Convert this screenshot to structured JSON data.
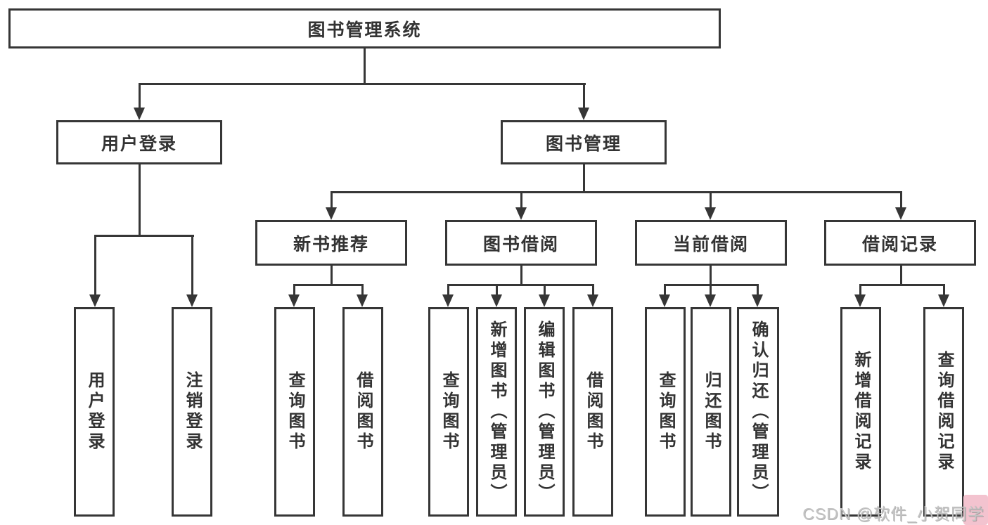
{
  "diagram": {
    "title": "图书管理系统",
    "level2": [
      {
        "label": "用户登录"
      },
      {
        "label": "图书管理"
      }
    ],
    "level3": [
      {
        "label": "新书推荐"
      },
      {
        "label": "图书借阅"
      },
      {
        "label": "当前借阅"
      },
      {
        "label": "借阅记录"
      }
    ],
    "leaves": [
      {
        "label": "用户登录"
      },
      {
        "label": "注销登录"
      },
      {
        "label": "查询图书"
      },
      {
        "label": "借阅图书"
      },
      {
        "label": "查询图书"
      },
      {
        "label": "新增图书（管理员）"
      },
      {
        "label": "编辑图书（管理员）"
      },
      {
        "label": "借阅图书"
      },
      {
        "label": "查询图书"
      },
      {
        "label": "归还图书"
      },
      {
        "label": "确认归还（管理员）"
      },
      {
        "label": "新增借阅记录"
      },
      {
        "label": "查询借阅记录"
      }
    ],
    "watermark": {
      "text": "CSDN @软件_小贺同学"
    },
    "colors": {
      "line": "#363636",
      "text": "#333333",
      "background": "#ffffff",
      "watermark_text": "#c3c3c3",
      "watermark_accent": "#f3c3cf"
    }
  }
}
